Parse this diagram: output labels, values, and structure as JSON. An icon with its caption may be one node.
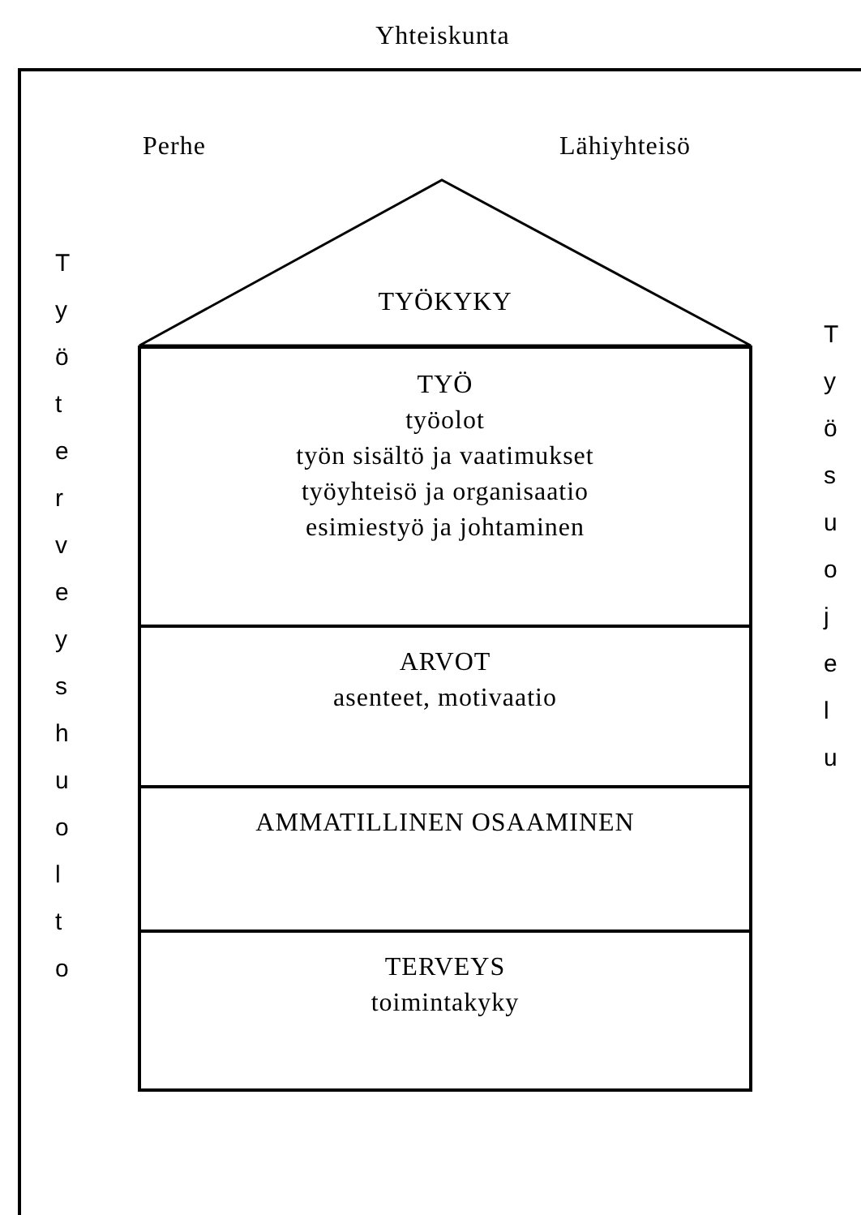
{
  "diagram": {
    "nodes": [
      {
        "text": [
          "Yhteiskunta"
        ]
      },
      {
        "text": [
          "TYÖKYKY"
        ],
        "in": 0
      },
      {
        "text": [
          "TYÖ",
          "työolot",
          "työn sisältö ja vaatimukset",
          "työyhteisö ja organisaatio",
          "esimiestyö ja johtaminen"
        ],
        "in": 0
      },
      {
        "text": [
          "ARVOT",
          "asenteet, motivaatio"
        ],
        "in": 0
      },
      {
        "text": [
          "AMMATILLINEN OSAAMINEN"
        ],
        "in": 0
      },
      {
        "text": [
          "TERVEYS",
          "toimintakyky"
        ],
        "in": 0
      }
    ],
    "labels": [
      "Perhe",
      "Lähiyhteisö",
      "Työterveyshuolto",
      "Työsuojelu"
    ]
  }
}
